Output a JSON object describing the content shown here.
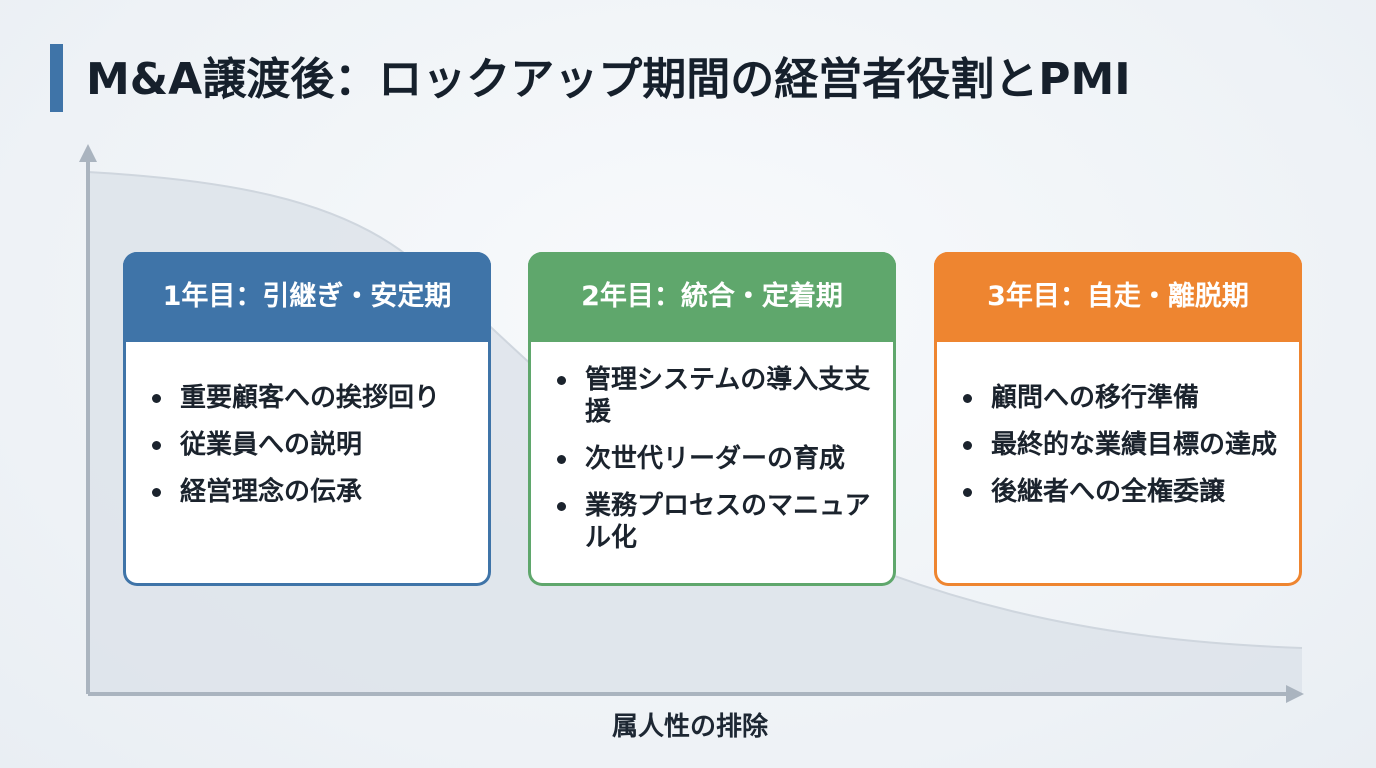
{
  "title": "M&A譲渡後：ロックアップ期間の経営者役割とPMI",
  "axis": {
    "xlabel": "属人性の排除"
  },
  "colors": {
    "accent_bar": "#3f74a8",
    "phase1": "#3f74a8",
    "phase2": "#5fa76c",
    "phase3": "#ee8530",
    "curve_fill": "#dde3ea",
    "axis": "#aab4bf"
  },
  "phases": [
    {
      "heading": "1年目：引継ぎ・安定期",
      "items": [
        "重要顧客への挨拶回り",
        "従業員への説明",
        "経営理念の伝承"
      ]
    },
    {
      "heading": "2年目：統合・定着期",
      "items": [
        "管理システムの導入支支援",
        "次世代リーダーの育成",
        "業務プロセスのマニュアル化"
      ]
    },
    {
      "heading": "3年目：自走・離脱期",
      "items": [
        "顧問への移行準備",
        "最終的な業績目標の達成",
        "後継者への全権委譲"
      ]
    }
  ]
}
